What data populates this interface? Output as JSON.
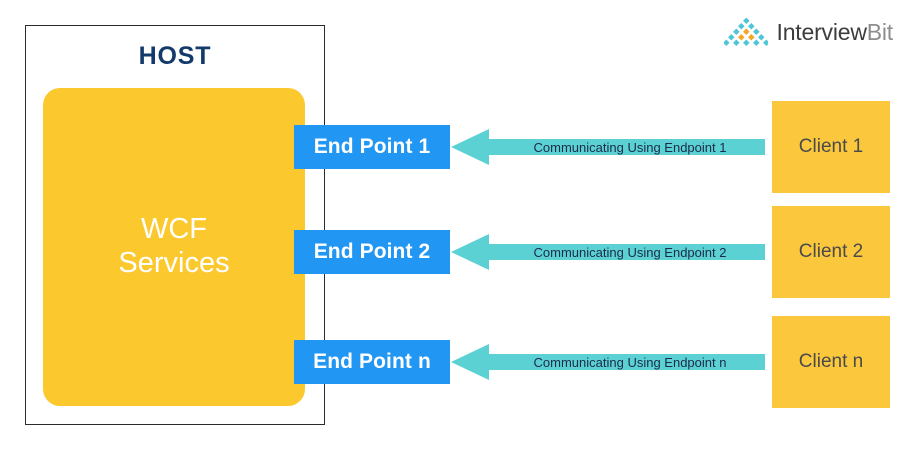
{
  "brand": {
    "name_part1": "Interview",
    "name_part2": "Bit",
    "logo_icon": "interviewbit-pyramid-logo",
    "colors": {
      "orange": "#F5A623",
      "cyan": "#4FC6D8",
      "text_dark": "#3d3d3d",
      "text_light": "#8d8d8d"
    }
  },
  "host": {
    "title": "HOST",
    "service_label": "WCF\nServices",
    "colors": {
      "title": "#143a6b",
      "service_bg": "#FBC82E",
      "service_text": "#ffffff",
      "border": "#2b2b2b"
    }
  },
  "colors": {
    "endpoint_bg": "#2196F3",
    "endpoint_text": "#ffffff",
    "arrow_fill": "#5BD1D4",
    "arrow_text": "#1c2b4a",
    "client_bg": "#FBC83D",
    "client_text": "#4a4a4a",
    "page_bg": "#ffffff"
  },
  "rows": [
    {
      "endpoint": "End Point 1",
      "arrow_label": "Communicating Using Endpoint 1",
      "client": "Client 1"
    },
    {
      "endpoint": "End Point 2",
      "arrow_label": "Communicating Using Endpoint 2",
      "client": "Client 2"
    },
    {
      "endpoint": "End Point n",
      "arrow_label": "Communicating Using Endpoint n",
      "client": "Client n"
    }
  ]
}
